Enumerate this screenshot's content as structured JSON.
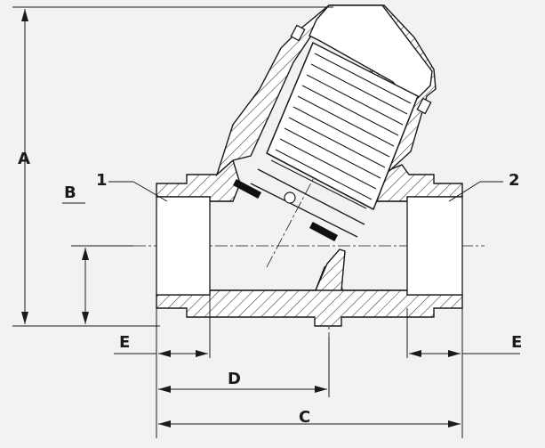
{
  "colors": {
    "background": "#f2f2f2",
    "line": "#1a1a1a",
    "body_fill": "#ffffff",
    "hatch": "#333333",
    "seal": "#111111"
  },
  "dimension_labels": {
    "a": "A",
    "b": "B",
    "c": "C",
    "d": "D",
    "e_left": "E",
    "e_right": "E"
  },
  "part_numbers": {
    "inlet": "1",
    "outlet": "2"
  }
}
